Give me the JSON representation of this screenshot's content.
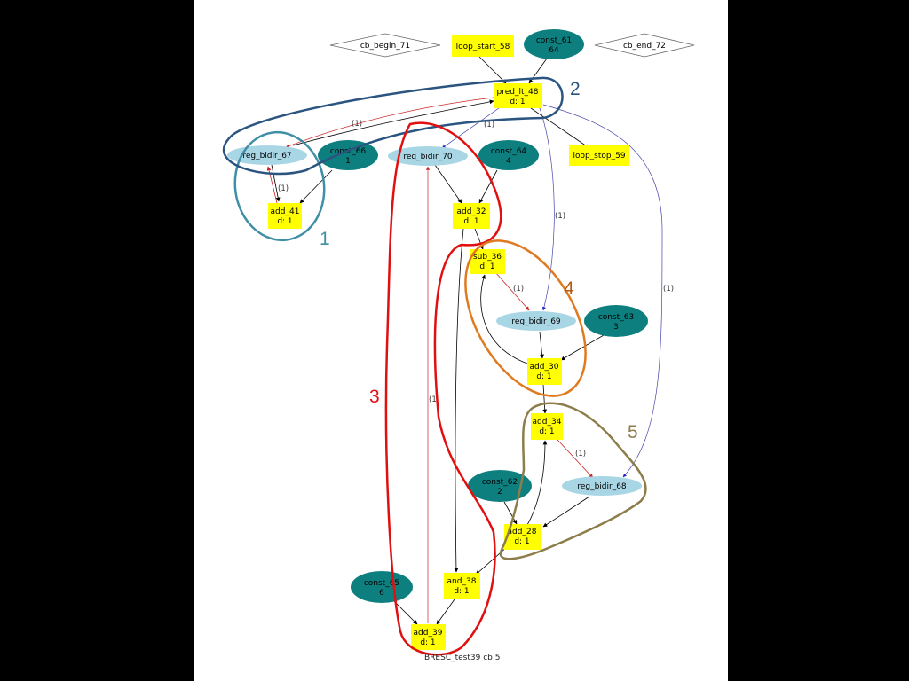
{
  "caption": "BRESC_test39 cb 5",
  "colors": {
    "yellow_box": "#ffff00",
    "teal_const": "#0e7f7f",
    "light_blue_reg": "#a9d6e5",
    "edge_black": "#000000",
    "edge_red": "#cc2222",
    "edge_blue": "#3333aa",
    "group1": "#3f8fa6",
    "group2": "#2b5580",
    "group3": "#e01010",
    "group4": "#e07a20",
    "group5": "#8c7d4a"
  },
  "nodes": [
    {
      "id": "cb_begin_71",
      "kind": "diamond",
      "lines": [
        "cb_begin_71"
      ]
    },
    {
      "id": "loop_start_58",
      "kind": "box",
      "lines": [
        "loop_start_58"
      ]
    },
    {
      "id": "const_61",
      "kind": "const",
      "lines": [
        "const_61",
        "64"
      ]
    },
    {
      "id": "cb_end_72",
      "kind": "diamond",
      "lines": [
        "cb_end_72"
      ]
    },
    {
      "id": "pred_lt_48",
      "kind": "box",
      "lines": [
        "pred_lt_48",
        "d: 1"
      ]
    },
    {
      "id": "reg_bidir_67",
      "kind": "reg",
      "lines": [
        "reg_bidir_67"
      ]
    },
    {
      "id": "const_66",
      "kind": "const",
      "lines": [
        "const_66",
        "1"
      ]
    },
    {
      "id": "reg_bidir_70",
      "kind": "reg",
      "lines": [
        "reg_bidir_70"
      ]
    },
    {
      "id": "const_64",
      "kind": "const",
      "lines": [
        "const_64",
        "4"
      ]
    },
    {
      "id": "loop_stop_59",
      "kind": "box",
      "lines": [
        "loop_stop_59"
      ]
    },
    {
      "id": "add_41",
      "kind": "box",
      "lines": [
        "add_41",
        "d: 1"
      ]
    },
    {
      "id": "add_32",
      "kind": "box",
      "lines": [
        "add_32",
        "d: 1"
      ]
    },
    {
      "id": "sub_36",
      "kind": "box",
      "lines": [
        "sub_36",
        "d: 1"
      ]
    },
    {
      "id": "reg_bidir_69",
      "kind": "reg",
      "lines": [
        "reg_bidir_69"
      ]
    },
    {
      "id": "const_63",
      "kind": "const",
      "lines": [
        "const_63",
        "3"
      ]
    },
    {
      "id": "add_30",
      "kind": "box",
      "lines": [
        "add_30",
        "d: 1"
      ]
    },
    {
      "id": "add_34",
      "kind": "box",
      "lines": [
        "add_34",
        "d: 1"
      ]
    },
    {
      "id": "const_62",
      "kind": "const",
      "lines": [
        "const_62",
        "2"
      ]
    },
    {
      "id": "reg_bidir_68",
      "kind": "reg",
      "lines": [
        "reg_bidir_68"
      ]
    },
    {
      "id": "add_28",
      "kind": "box",
      "lines": [
        "add_28",
        "d: 1"
      ]
    },
    {
      "id": "const_65",
      "kind": "const",
      "lines": [
        "const_65",
        "6"
      ]
    },
    {
      "id": "and_38",
      "kind": "box",
      "lines": [
        "and_38",
        "d: 1"
      ]
    },
    {
      "id": "add_39",
      "kind": "box",
      "lines": [
        "add_39",
        "d: 1"
      ]
    }
  ],
  "edges": [
    {
      "from": "loop_start_58",
      "to": "pred_lt_48",
      "color": "black",
      "label": ""
    },
    {
      "from": "const_61",
      "to": "pred_lt_48",
      "color": "black",
      "label": ""
    },
    {
      "from": "reg_bidir_67",
      "to": "pred_lt_48",
      "color": "black",
      "label": ""
    },
    {
      "from": "pred_lt_48",
      "to": "reg_bidir_67",
      "color": "red",
      "label": "(1)"
    },
    {
      "from": "pred_lt_48",
      "to": "reg_bidir_70",
      "color": "blue",
      "label": "(1)"
    },
    {
      "from": "pred_lt_48",
      "to": "loop_stop_59",
      "color": "black",
      "label": ""
    },
    {
      "from": "pred_lt_48",
      "to": "reg_bidir_69",
      "color": "blue",
      "label": "(1)"
    },
    {
      "from": "pred_lt_48",
      "to": "reg_bidir_68",
      "color": "blue",
      "label": "(1)"
    },
    {
      "from": "reg_bidir_67",
      "to": "add_41",
      "color": "black",
      "label": ""
    },
    {
      "from": "add_41",
      "to": "reg_bidir_67",
      "color": "red",
      "label": "(1)"
    },
    {
      "from": "const_66",
      "to": "add_41",
      "color": "black",
      "label": ""
    },
    {
      "from": "reg_bidir_70",
      "to": "add_32",
      "color": "black",
      "label": ""
    },
    {
      "from": "const_64",
      "to": "add_32",
      "color": "black",
      "label": ""
    },
    {
      "from": "add_32",
      "to": "sub_36",
      "color": "black",
      "label": ""
    },
    {
      "from": "sub_36",
      "to": "reg_bidir_69",
      "color": "red",
      "label": "(1)"
    },
    {
      "from": "reg_bidir_69",
      "to": "add_30",
      "color": "black",
      "label": ""
    },
    {
      "from": "const_63",
      "to": "add_30",
      "color": "black",
      "label": ""
    },
    {
      "from": "add_30",
      "to": "sub_36",
      "color": "black",
      "label": ""
    },
    {
      "from": "add_30",
      "to": "add_34",
      "color": "black",
      "label": ""
    },
    {
      "from": "add_34",
      "to": "reg_bidir_68",
      "color": "red",
      "label": "(1)"
    },
    {
      "from": "const_62",
      "to": "add_28",
      "color": "black",
      "label": ""
    },
    {
      "from": "reg_bidir_68",
      "to": "add_28",
      "color": "black",
      "label": ""
    },
    {
      "from": "add_28",
      "to": "add_34",
      "color": "black",
      "label": ""
    },
    {
      "from": "add_28",
      "to": "and_38",
      "color": "black",
      "label": ""
    },
    {
      "from": "add_32",
      "to": "and_38",
      "color": "black",
      "label": ""
    },
    {
      "from": "const_65",
      "to": "add_39",
      "color": "black",
      "label": ""
    },
    {
      "from": "and_38",
      "to": "add_39",
      "color": "black",
      "label": ""
    },
    {
      "from": "add_39",
      "to": "reg_bidir_70",
      "color": "red",
      "label": "(1"
    }
  ],
  "groups": [
    {
      "id": "group_1",
      "label": "1",
      "color": "#3f8fa6"
    },
    {
      "id": "group_2",
      "label": "2",
      "color": "#2b5580"
    },
    {
      "id": "group_3",
      "label": "3",
      "color": "#e01010"
    },
    {
      "id": "group_4",
      "label": "4",
      "color": "#e07a20"
    },
    {
      "id": "group_5",
      "label": "5",
      "color": "#8c7d4a"
    }
  ]
}
